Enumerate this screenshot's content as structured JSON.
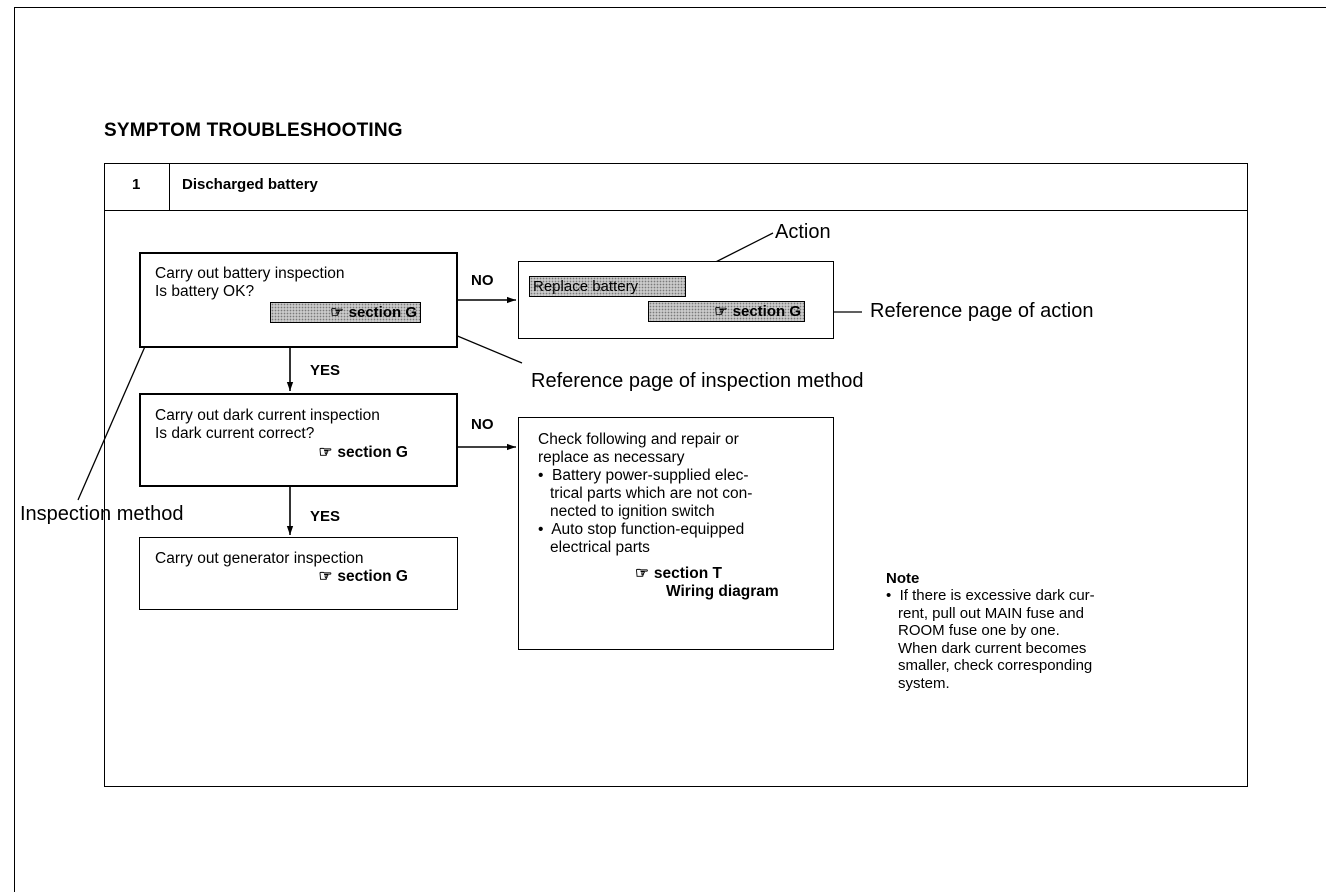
{
  "title": "SYMPTOM TROUBLESHOOTING",
  "symptom": {
    "number": "1",
    "name": "Discharged battery"
  },
  "reference_symbol": "☞",
  "branch_labels": {
    "no": "NO",
    "yes": "YES"
  },
  "steps": [
    {
      "line1": "Carry out battery inspection",
      "line2": "Is battery OK?",
      "ref": "section G",
      "no_action": {
        "label": "Replace battery",
        "ref": "section G"
      }
    },
    {
      "line1": "Carry out dark current inspection",
      "line2": "Is dark current correct?",
      "ref": "section G",
      "no_action": {
        "line1": "Check following and repair or",
        "line2": "replace as necessary",
        "bullets": [
          [
            "Battery power-supplied elec-",
            "trical parts which are not con-",
            "nected to ignition switch"
          ],
          [
            "Auto stop function-equipped",
            "electrical parts"
          ]
        ],
        "ref_line1": "section T",
        "ref_line2": "Wiring diagram"
      }
    },
    {
      "line1": "Carry out generator inspection",
      "ref": "section G"
    }
  ],
  "annotations": {
    "action": "Action",
    "reference_action": "Reference page of action",
    "reference_inspection": "Reference page of inspection method",
    "inspection_method": "Inspection method"
  },
  "note": {
    "title": "Note",
    "lines": [
      "If there is excessive dark cur-",
      "rent, pull out MAIN fuse and",
      "ROOM fuse one by one.",
      "When dark current becomes",
      "smaller, check corresponding",
      "system."
    ]
  }
}
